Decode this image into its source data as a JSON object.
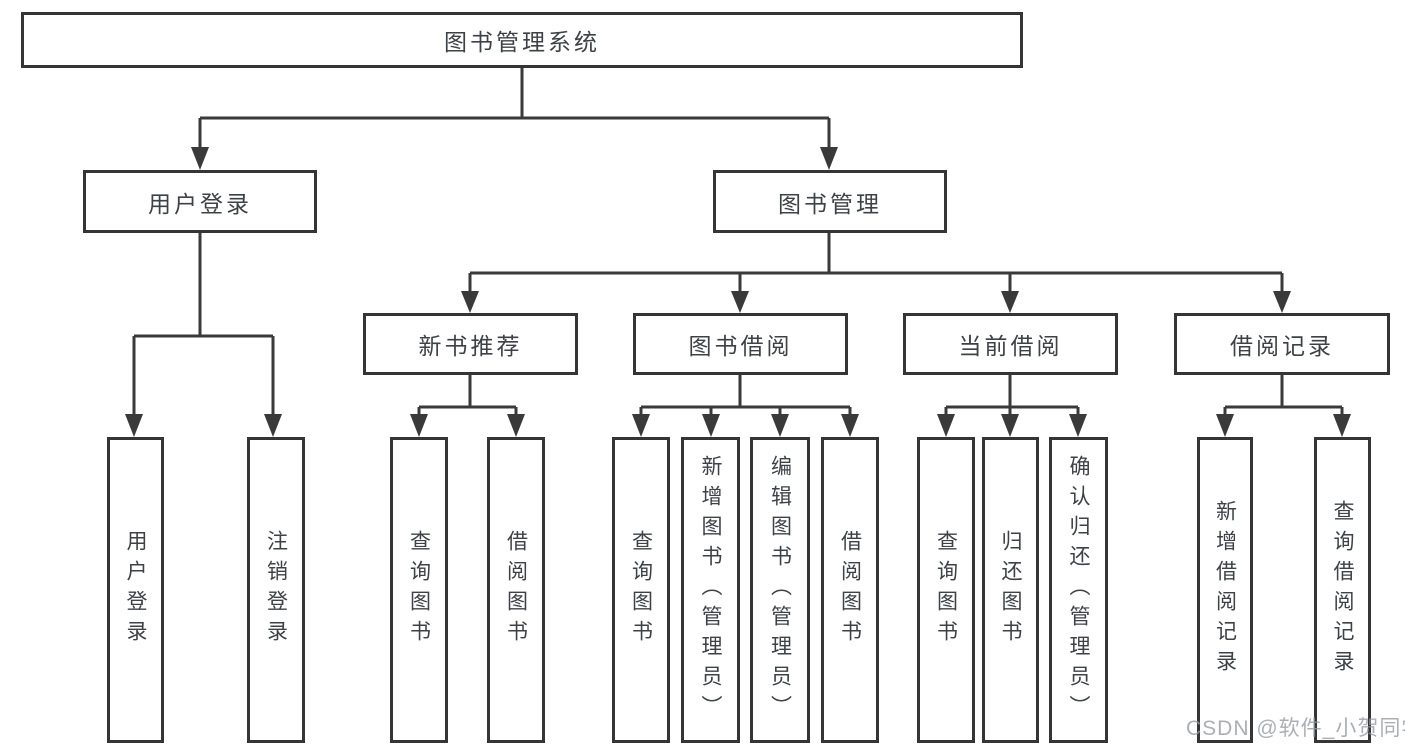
{
  "tree": {
    "label": "图书管理系统",
    "children": [
      {
        "label": "用户登录",
        "children": [
          {
            "label": "用户登录"
          },
          {
            "label": "注销登录"
          }
        ]
      },
      {
        "label": "图书管理",
        "children": [
          {
            "label": "新书推荐",
            "children": [
              {
                "label": "查询图书"
              },
              {
                "label": "借阅图书"
              }
            ]
          },
          {
            "label": "图书借阅",
            "children": [
              {
                "label": "查询图书"
              },
              {
                "label": "新增图书（管理员）"
              },
              {
                "label": "编辑图书（管理员）"
              },
              {
                "label": "借阅图书"
              }
            ]
          },
          {
            "label": "当前借阅",
            "children": [
              {
                "label": "查询图书"
              },
              {
                "label": "归还图书"
              },
              {
                "label": "确认归还（管理员）"
              }
            ]
          },
          {
            "label": "借阅记录",
            "children": [
              {
                "label": "新增借阅记录"
              },
              {
                "label": "查询借阅记录"
              }
            ]
          }
        ]
      }
    ]
  },
  "watermark": {
    "text": "CSDN @软件_小贺同学"
  },
  "colors": {
    "line": "#3a3a3a",
    "border": "#353535",
    "text": "#3e4247",
    "watermark": "#9ba0a6",
    "background": "#ffffff"
  }
}
